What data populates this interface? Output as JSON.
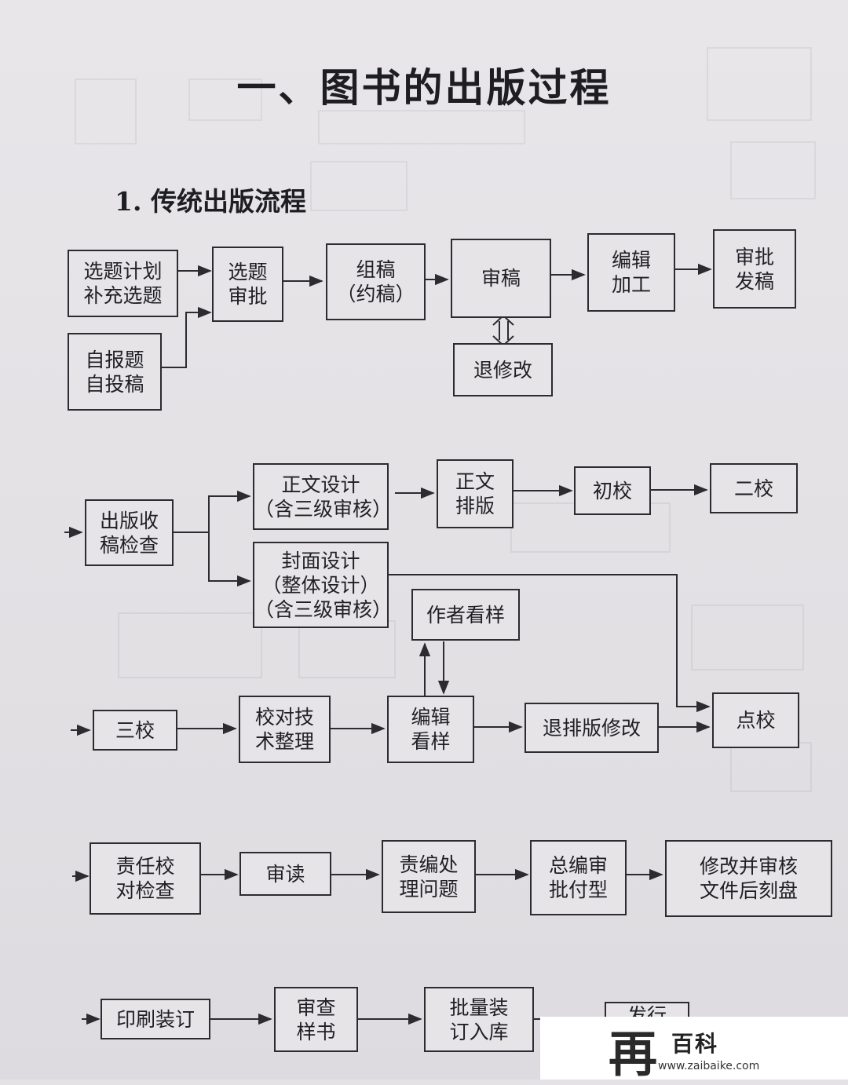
{
  "title": "一、图书的出版过程",
  "subtitle": "1. 传统出版流程",
  "boxes": {
    "b1": "选题计划\n补充选题",
    "b2": "自报题\n自投稿",
    "b3": "选题\n审批",
    "b4": "组稿\n（约稿）",
    "b5": "审稿",
    "b6": "退修改",
    "b7": "编辑\n加工",
    "b8": "审批\n发稿",
    "b9": "出版收\n稿检查",
    "b10": "正文设计\n（含三级审核）",
    "b11": "正文\n排版",
    "b12": "初校",
    "b13": "二校",
    "b14": "封面设计\n（整体设计）\n（含三级审核）",
    "b15": "作者看样",
    "b16": "三校",
    "b17": "校对技\n术整理",
    "b18": "编辑\n看样",
    "b19": "退排版修改",
    "b20": "点校",
    "b21": "责任校\n对检查",
    "b22": "审读",
    "b23": "责编处\n理问题",
    "b24": "总编审\n批付型",
    "b25": "修改并审核\n文件后刻盘",
    "b26": "印刷装订",
    "b27": "审查\n样书",
    "b28": "批量装\n订入库",
    "b29": "发行"
  },
  "watermark": {
    "logo": "再",
    "brand": "百科",
    "url": "www.zaibaike.com"
  }
}
